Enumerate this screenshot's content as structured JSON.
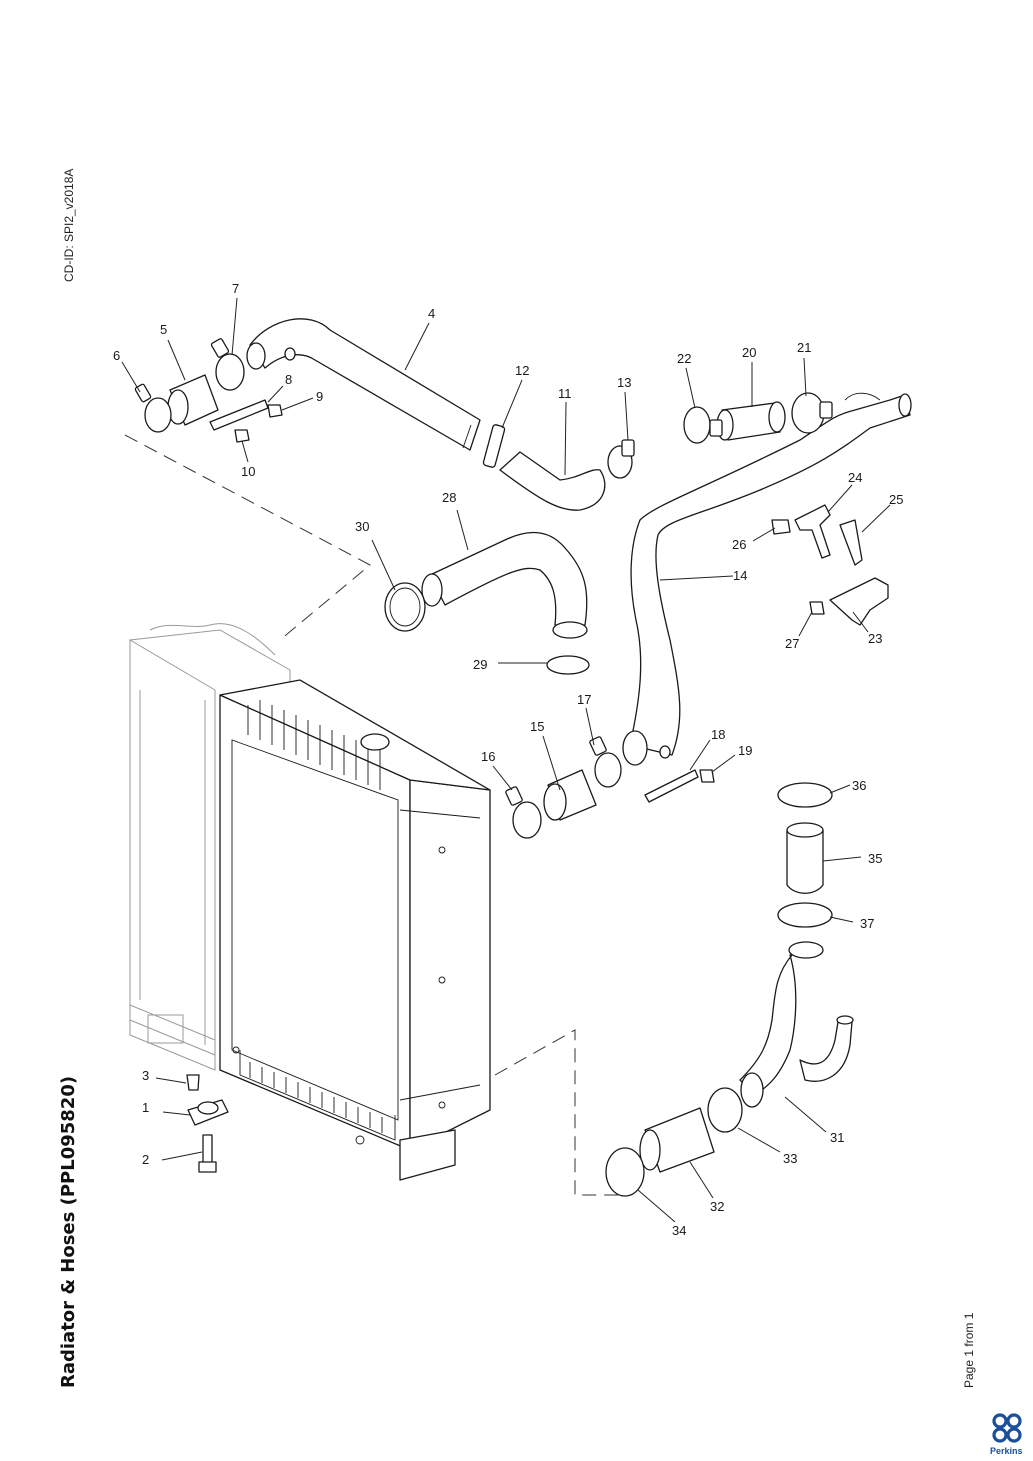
{
  "header": {
    "cd_id": "CD-ID: SPI2_v2018A"
  },
  "title": "Radiator & Hoses (PPL095820)",
  "footer": {
    "page": "Page 1 from 1",
    "brand": "Perkins"
  },
  "brand_color": "#1b4f9c",
  "callouts": [
    "1",
    "2",
    "3",
    "4",
    "5",
    "6",
    "7",
    "8",
    "9",
    "10",
    "11",
    "12",
    "13",
    "14",
    "15",
    "16",
    "17",
    "18",
    "19",
    "20",
    "21",
    "22",
    "23",
    "24",
    "25",
    "26",
    "27",
    "28",
    "29",
    "30",
    "31",
    "32",
    "33",
    "34",
    "35",
    "36",
    "37"
  ]
}
